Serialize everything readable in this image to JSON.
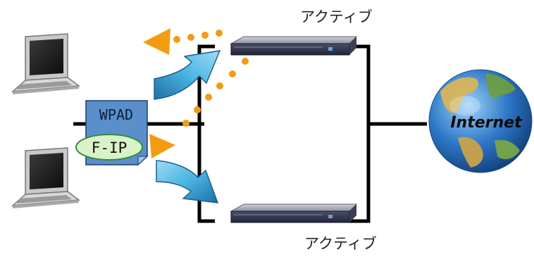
{
  "server_top": {
    "label": "アクティブ"
  },
  "server_bottom": {
    "label": "アクティブ"
  },
  "wpad": {
    "label": "WPAD"
  },
  "fip": {
    "label": "F-IP"
  },
  "internet": {
    "label": "Internet"
  },
  "colors": {
    "line": "#000000",
    "wpad_box": "#4f86c6",
    "fip_fill": "#d9f2c8",
    "fip_stroke": "#3a8a3a",
    "curved_arrow": "#34a0d4",
    "orange_flow": "#f39c12",
    "server_body": "#2f3348"
  },
  "icons": {
    "client_pc": "laptop-icon",
    "server": "rack-server-icon",
    "internet": "globe-icon",
    "document": "wpad-document-icon"
  }
}
